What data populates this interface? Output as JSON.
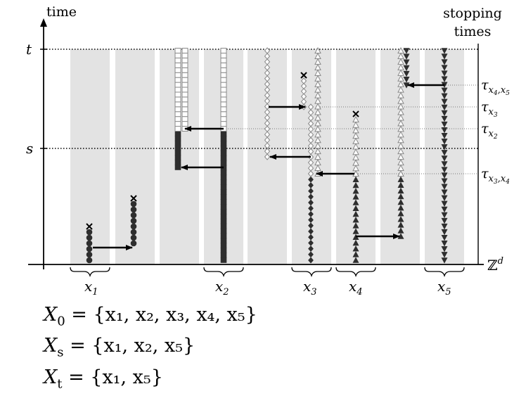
{
  "axes": {
    "y_label": "time",
    "x_label": "ℤ",
    "x_label_sup": "d",
    "right_title_line1": "stopping",
    "right_title_line2": "times"
  },
  "time_levels": [
    {
      "name": "t",
      "label": "t"
    },
    {
      "name": "s",
      "label": "s"
    }
  ],
  "stopping_times": [
    {
      "label": "τ",
      "sub": "x",
      "subsub": "4",
      "extra": ",x",
      "extrasub": "5"
    },
    {
      "label": "τ",
      "sub": "x",
      "subsub": "3",
      "extra": "",
      "extrasub": ""
    },
    {
      "label": "τ",
      "sub": "x",
      "subsub": "2",
      "extra": "",
      "extrasub": ""
    },
    {
      "label": "τ",
      "sub": "x",
      "subsub": "3",
      "extra": ",x",
      "extrasub": "4"
    }
  ],
  "sites": [
    {
      "label": "x",
      "sub": "1"
    },
    {
      "label": "x",
      "sub": "2"
    },
    {
      "label": "x",
      "sub": "3"
    },
    {
      "label": "x",
      "sub": "4"
    },
    {
      "label": "x",
      "sub": "5"
    }
  ],
  "particle_markers": [
    {
      "site": "x1",
      "marker": "filled-circle"
    },
    {
      "site": "x2",
      "marker": "filled-square / hollow-square"
    },
    {
      "site": "x3",
      "marker": "filled-diamond / hollow-diamond"
    },
    {
      "site": "x4",
      "marker": "filled-triangle-up / hollow-triangle-up"
    },
    {
      "site": "x5",
      "marker": "filled-triangle-down"
    }
  ],
  "colors": {
    "band": "#e3e3e3",
    "ink": "#000000",
    "marker_fill": "#2e2e2e",
    "hollow_marker": "#888888"
  },
  "sets": [
    {
      "name": "X",
      "sub": "0",
      "rhs": "= {x₁, x₂, x₃, x₄, x₅}"
    },
    {
      "name": "X",
      "sub": "s",
      "rhs": "= {x₁, x₂, x₅}"
    },
    {
      "name": "X",
      "sub": "t",
      "rhs": "= {x₁, x₅}"
    }
  ]
}
